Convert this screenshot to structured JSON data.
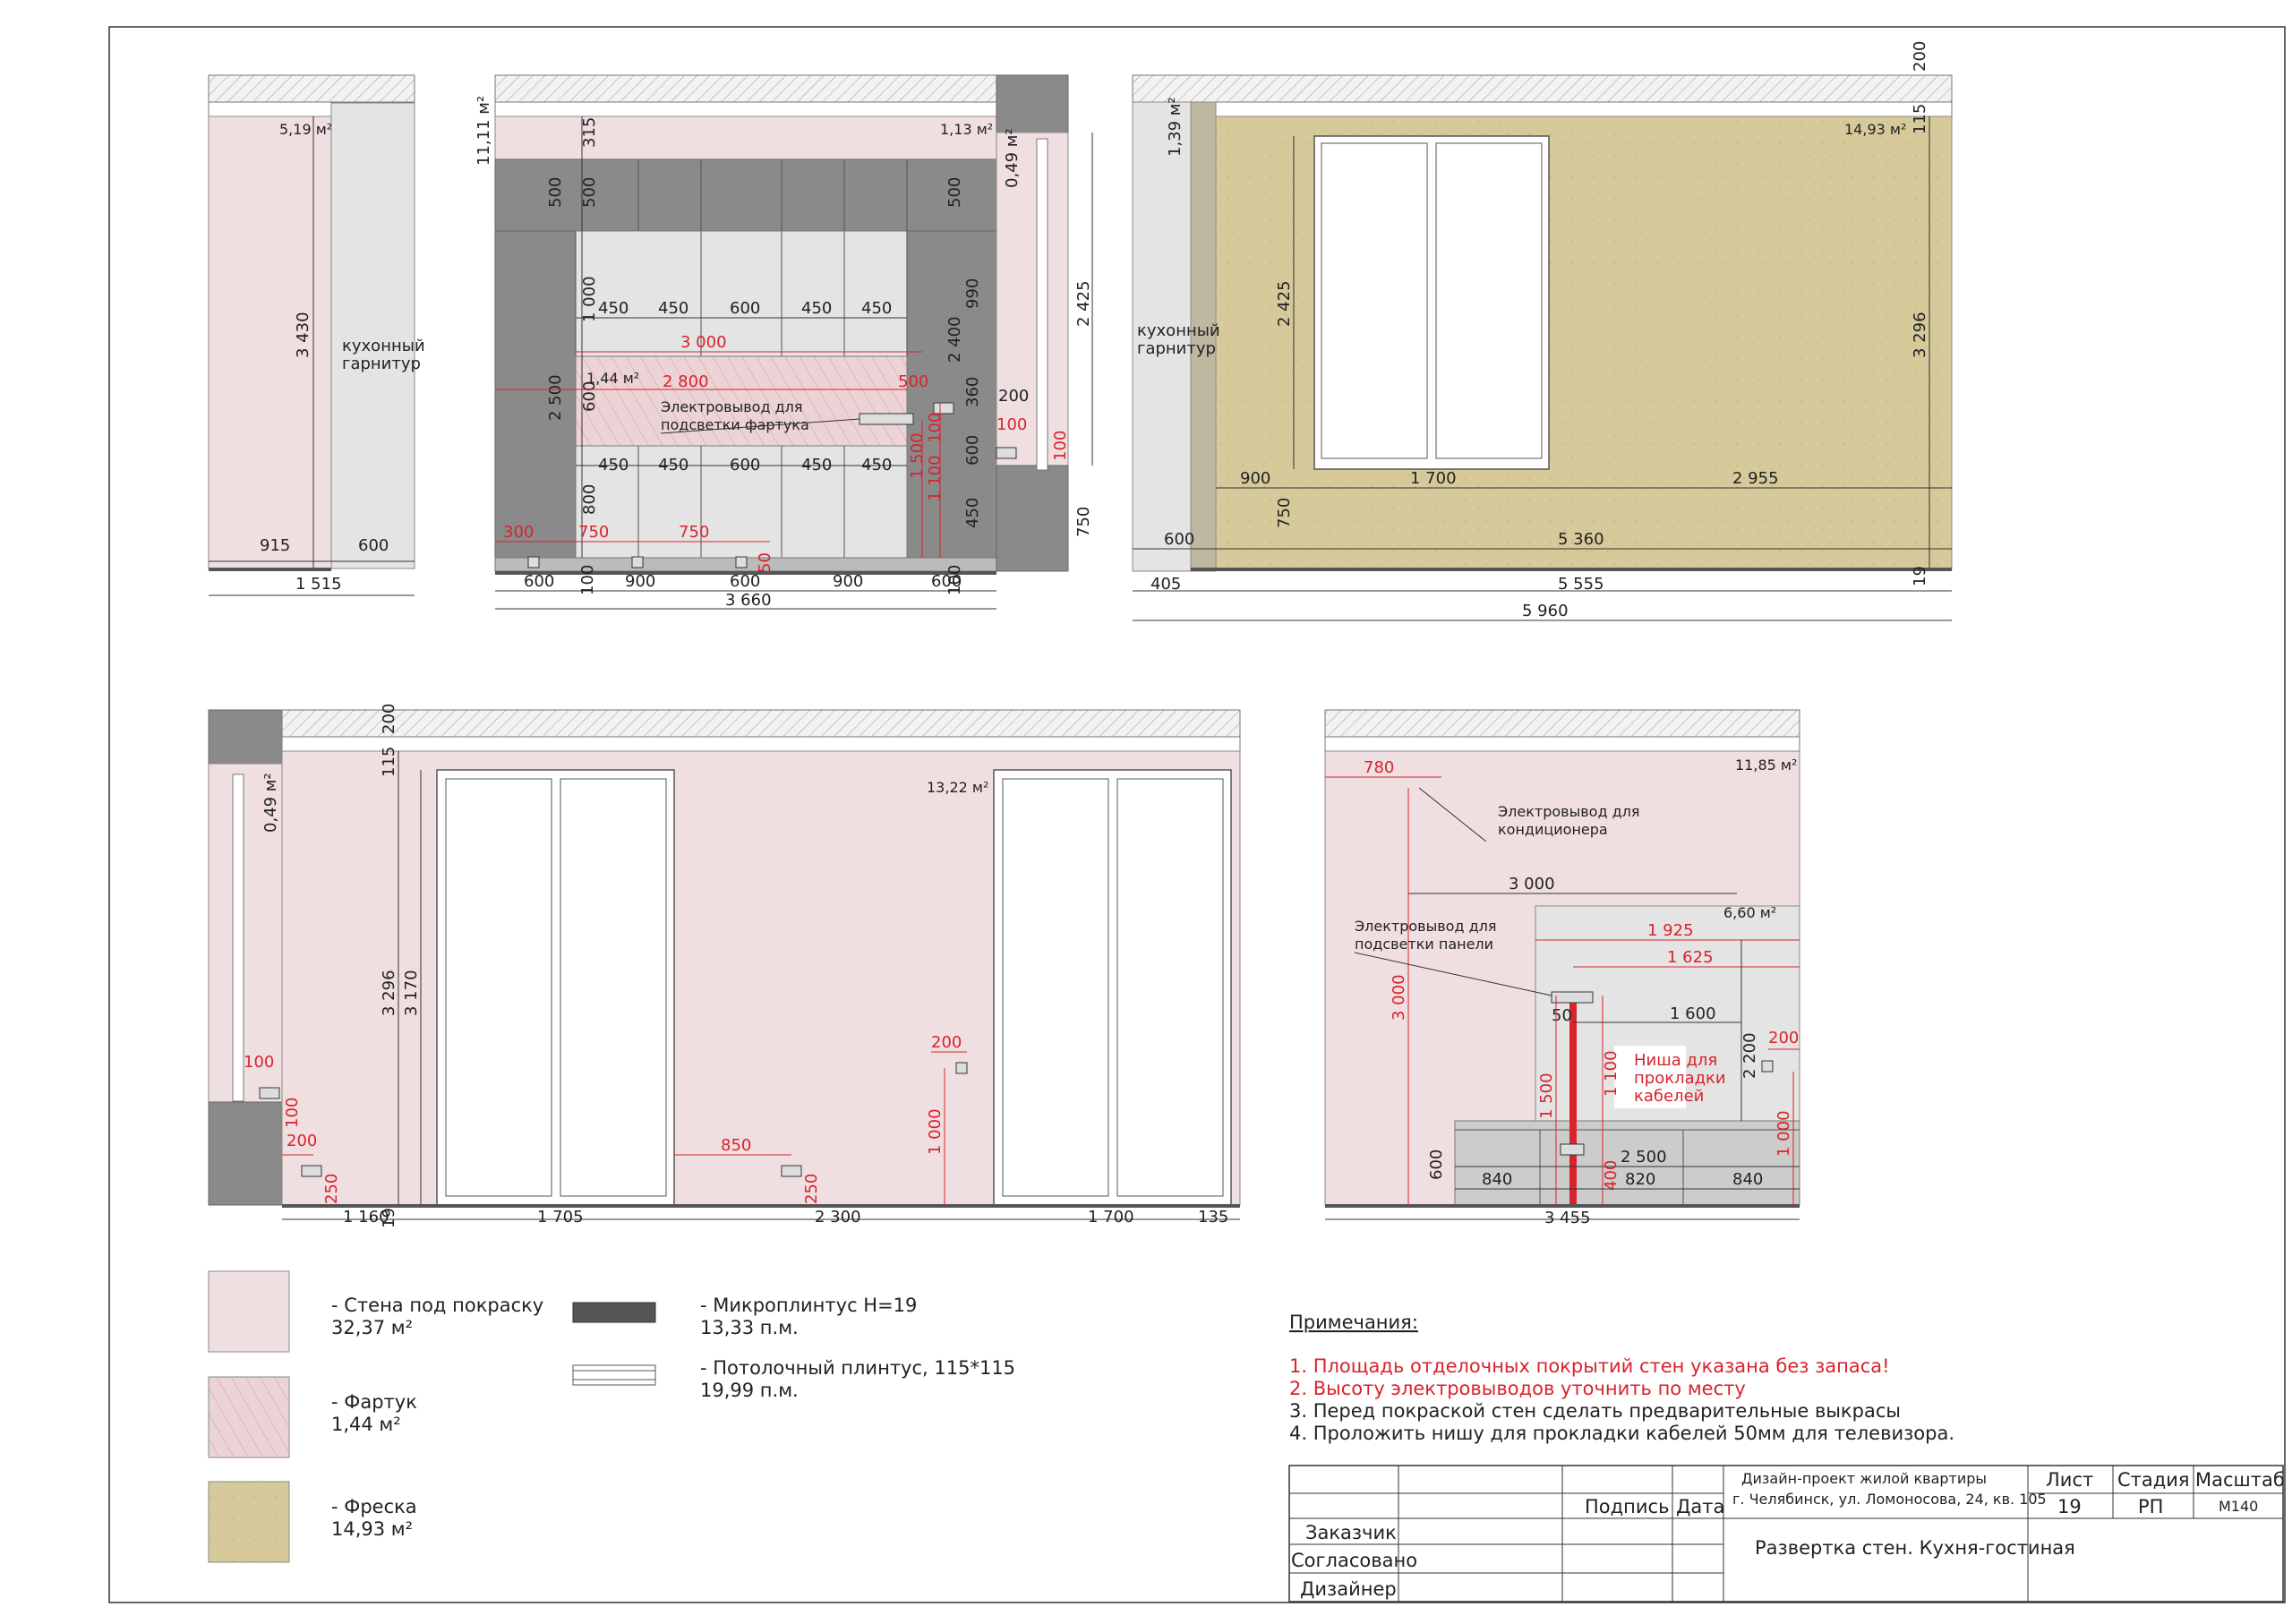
{
  "title_block": {
    "project_line1": "Дизайн-проект жилой квартиры",
    "project_line2": "г. Челябинск, ул. Ломоносова, 24, кв. 105",
    "sheet_title": "Развертка стен. Кухня-гостиная",
    "sheet_label": "Лист",
    "sheet_no": "19",
    "stage_label": "Стадия",
    "stage": "РП",
    "scale_label": "Масштаб",
    "scale": "М140",
    "signature_label": "Подпись",
    "date_label": "Дата",
    "customer": "Заказчик",
    "approved": "Согласовано",
    "designer": "Дизайнер"
  },
  "notes": {
    "heading": "Примечания:",
    "items": [
      "1. Площадь отделочных покрытий стен указана без запаса!",
      "2. Высоту электровыводов уточнить по месту",
      "3. Перед покраской стен сделать предварительные выкрасы",
      "4. Проложить нишу для прокладки кабелей 50мм для телевизора."
    ]
  },
  "legend": {
    "paint_label": "- Стена под покраску",
    "paint_value": "32,37 м²",
    "apron_label": "- Фартук",
    "apron_value": "1,44 м²",
    "fresco_label": "- Фреска",
    "fresco_value": "14,93 м²",
    "microplinth_label": "- Микроплинтус Н=19",
    "microplinth_value": "13,33 п.м.",
    "ceiling_plinth_label": "- Потолочный плинтус, 115*115",
    "ceiling_plinth_value": "19,99 п.м."
  },
  "colors": {
    "paint": "#f0dfe0",
    "fresco": "#d6c99a",
    "cabinet_dark": "#8a8a8a",
    "cabinet_light": "#e4e4e4",
    "accent_red": "#d9232d"
  },
  "elev1": {
    "area": "5,19 м²",
    "height": "3 430",
    "label1": "кухонный",
    "label2": "гарнитур",
    "d1": "915",
    "d2": "600",
    "total": "1 515"
  },
  "elev2": {
    "area_top": "1,13 м²",
    "area_wall": "11,11 м²",
    "area_apron": "1,44 м²",
    "area_side": "0,49 м²",
    "electro1": "Электровывод для",
    "electro2": "подсветки фартука",
    "v315": "315",
    "v500a": "500",
    "v500b": "500",
    "v500c": "500",
    "v1000": "1 000",
    "v990": "990",
    "v2400": "2 400",
    "v2500": "2 500",
    "v600": "600",
    "v360": "360",
    "v600b": "600",
    "v800": "800",
    "v450v": "450",
    "v2425": "2 425",
    "v750": "750",
    "v200": "200",
    "r3000": "3 000",
    "r2800": "2 800",
    "r500": "500",
    "r1500": "1 500",
    "r1100": "1 100",
    "r100a": "100",
    "r100b": "100",
    "r100c": "100",
    "r300": "300",
    "r750": "750",
    "r750b": "750",
    "r50": "50",
    "t450": [
      "450",
      "450",
      "600",
      "450",
      "450"
    ],
    "b450": [
      "450",
      "450",
      "600",
      "450",
      "450"
    ],
    "bottom": [
      "600",
      "100",
      "900",
      "600",
      "900",
      "600",
      "100"
    ],
    "total": "3 660"
  },
  "elev3": {
    "area": "14,93 м²",
    "area_side": "1,39 м²",
    "label1": "кухонный",
    "label2": "гарнитур",
    "v200": "200",
    "v115": "115",
    "v2425": "2 425",
    "v3296": "3 296",
    "v750": "750",
    "v19": "19",
    "d900": "900",
    "d1700": "1 700",
    "d2955": "2 955",
    "d600": "600",
    "d5360": "5 360",
    "d405": "405",
    "d5555": "5 555",
    "total": "5 960"
  },
  "elev4": {
    "area": "13,22 м²",
    "area_side": "0,49 м²",
    "v200": "200",
    "v115": "115",
    "v3296": "3 296",
    "v3170": "3 170",
    "r100a": "100",
    "r100b": "100",
    "r200a": "200",
    "r250a": "250",
    "r850": "850",
    "r250b": "250",
    "r200b": "200",
    "r1000": "1 000",
    "d1160": "1 160",
    "d19": "19",
    "d1705": "1 705",
    "d2300": "2 300",
    "d1700": "1 700",
    "d135": "135"
  },
  "elev5": {
    "area": "11,85 м²",
    "area_panel": "6,60 м²",
    "electro_ac1": "Электровывод для",
    "electro_ac2": "кондиционера",
    "electro_p1": "Электровывод для",
    "electro_p2": "подсветки панели",
    "niche1": "Ниша для",
    "niche2": "прокладки",
    "niche3": "кабелей",
    "r780": "780",
    "d3000": "3 000",
    "r3000": "3 000",
    "r1925": "1 925",
    "r1625": "1 625",
    "d1600": "1 600",
    "d50": "50",
    "d2200": "2 200",
    "r200": "200",
    "r1100": "1 100",
    "r1500": "1 500",
    "r1000": "1 000",
    "d2500": "2 500",
    "d600": "600",
    "r400": "400",
    "d840a": "840",
    "d820": "820",
    "d840b": "840",
    "total": "3 455"
  }
}
